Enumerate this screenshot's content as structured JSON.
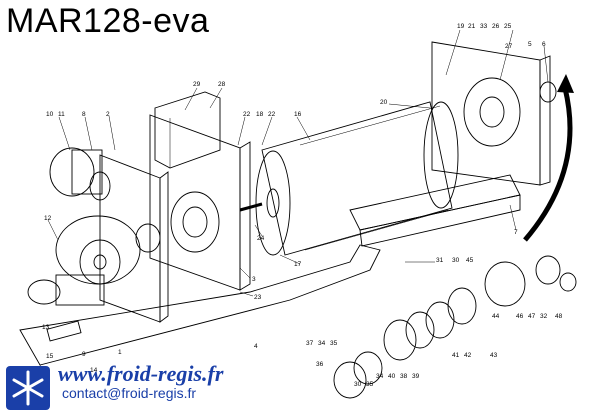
{
  "header": {
    "title": "MAR128-eva"
  },
  "footer": {
    "website": "www.froid-regis.fr",
    "email": "contact@froid-regis.fr"
  },
  "colors": {
    "brand": "#1a3fa8",
    "line": "#000000",
    "shade": "#d8d8d8"
  },
  "callouts": [
    "1",
    "2",
    "3",
    "4",
    "5",
    "6",
    "7",
    "8",
    "9",
    "10",
    "11",
    "12",
    "13",
    "14",
    "15",
    "16",
    "17",
    "18",
    "19",
    "20",
    "21",
    "22",
    "22",
    "23",
    "24",
    "25",
    "26",
    "27",
    "28",
    "29",
    "30",
    "30",
    "31",
    "32",
    "33",
    "34",
    "34",
    "35",
    "35",
    "36",
    "37",
    "38",
    "39",
    "40",
    "41",
    "42",
    "43",
    "44",
    "45",
    "46",
    "47",
    "48"
  ],
  "icons": [
    "snowflake-logo-icon"
  ]
}
